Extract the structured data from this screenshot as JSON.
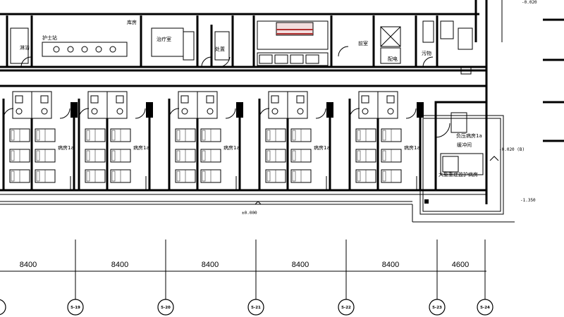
{
  "top_rooms": [
    {
      "key": "r1",
      "label": "淋浴"
    },
    {
      "key": "r2",
      "label": "护士站"
    },
    {
      "key": "r3",
      "label": "治疗室"
    },
    {
      "key": "r4",
      "label": "处置"
    },
    {
      "key": "r5",
      "label": "库房"
    },
    {
      "key": "r6",
      "label": "配电"
    },
    {
      "key": "r7",
      "label": "前室"
    },
    {
      "key": "r8",
      "label": "污物"
    }
  ],
  "ward_label": "病房1a",
  "special_ward_label": "负压病房1a",
  "special_room_label": "缓冲间",
  "special_ward_note": "大型重症监护病房",
  "levels": {
    "corridor": "±0.000",
    "right_top": "-0.020",
    "right_mid": "-0.020 (B)",
    "right_low": "-1.350",
    "top_right": "-0.020"
  },
  "dimensions": [
    "8400",
    "8400",
    "8400",
    "8400",
    "8400",
    "4600"
  ],
  "axes": [
    "5-19",
    "5-20",
    "5-21",
    "5-22",
    "5-23",
    "5-24"
  ]
}
